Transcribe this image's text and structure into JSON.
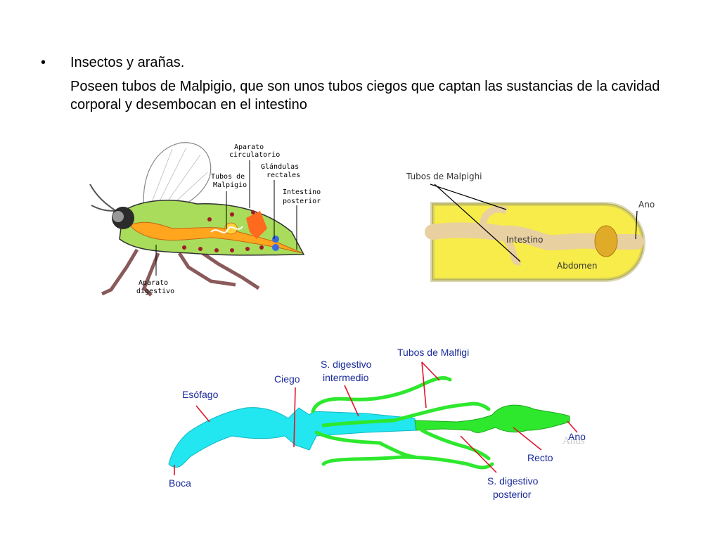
{
  "slide": {
    "bullet_symbol": "•",
    "bullet_title": "Insectos y arañas.",
    "body": "Poseen tubos de Malpigio, que son unos tubos ciegos que captan las sustancias de la cavidad corporal y desembocan en el intestino"
  },
  "diagram_insect": {
    "labels": {
      "aparato": "Aparato",
      "circulatorio": "circulatorio",
      "glandulas": "Glándulas",
      "rectales": "rectales",
      "tubos": "Tubos de",
      "malpigio": "Malpigio",
      "intestino": "Intestino",
      "posterior": "posterior",
      "aparato2": "Aparato",
      "digestivo": "digestivo"
    }
  },
  "diagram_abdomen": {
    "labels": {
      "tubos_malpighi": "Tubos de Malpighi",
      "ano": "Ano",
      "intestino": "Intestino",
      "abdomen": "Abdomen"
    }
  },
  "diagram_tract": {
    "labels": {
      "tubos_malfigi": "Tubos de Malfigi",
      "s_digestivo": "S. digestivo",
      "intermedio": "intermedio",
      "ciego": "Ciego",
      "esofago": "Esófago",
      "ano": "Ano",
      "anus": "Anus",
      "recto": "Recto",
      "boca": "Boca",
      "s_digestivo2": "S. digestivo",
      "posterior": "posterior"
    },
    "colors": {
      "foregut": "#22e6f0",
      "hindgut": "#2ee82e",
      "leader": "#e0142a",
      "label": "#1a2a9a"
    }
  }
}
